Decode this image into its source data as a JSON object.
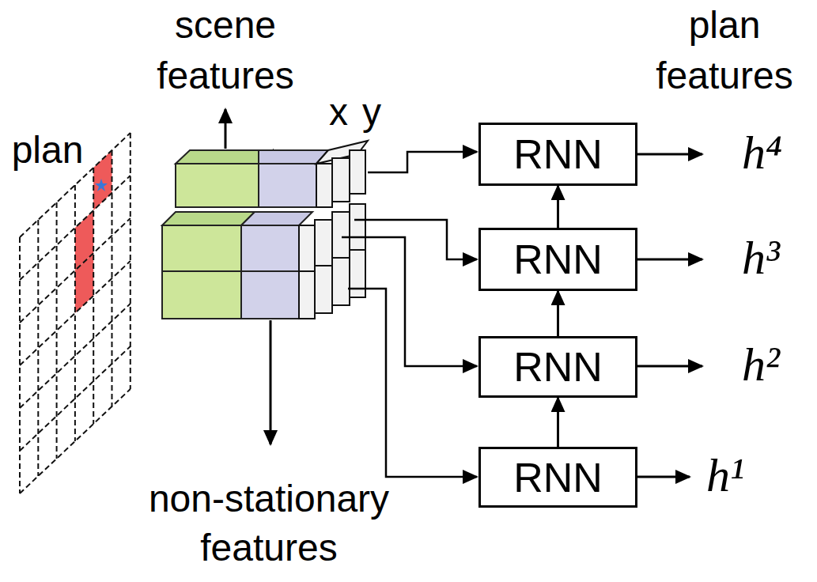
{
  "diagram": {
    "nodes": [
      {
        "text": [
          "RNN"
        ]
      },
      {
        "text": [
          "RNN"
        ]
      },
      {
        "text": [
          "RNN"
        ]
      },
      {
        "text": [
          "RNN"
        ]
      }
    ],
    "edges": [
      {
        "from": 3,
        "to": 2,
        "arrow": "to"
      },
      {
        "from": 2,
        "to": 1,
        "arrow": "to"
      },
      {
        "from": 1,
        "to": 0,
        "arrow": "to"
      }
    ],
    "labels": [
      "scene features",
      "plan features",
      "plan",
      "x",
      "y",
      "non-stationary features",
      "h⁴",
      "h³",
      "h²",
      "h¹"
    ]
  }
}
